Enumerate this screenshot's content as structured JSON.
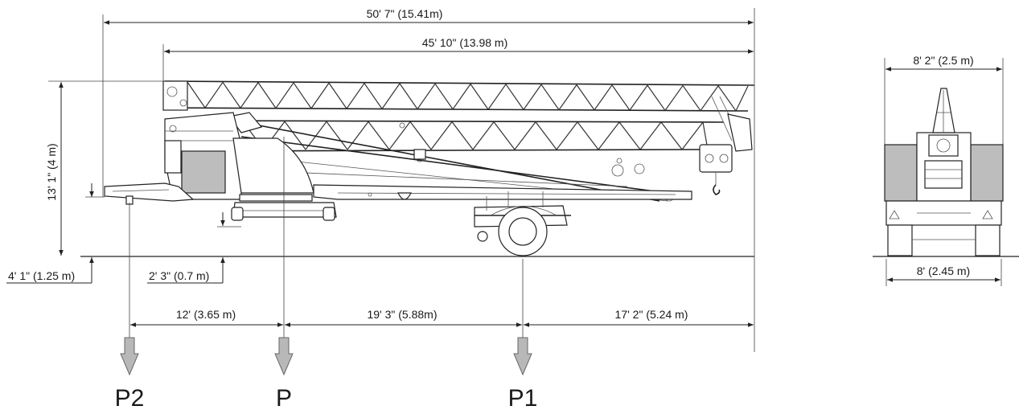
{
  "dimensions": {
    "overall_length": "50' 7\" (15.41m)",
    "jib_length": "45' 10\" (13.98 m)",
    "height": "13' 1\" (4 m)",
    "rear_outrigger_height": "4' 1\" (1.25 m)",
    "slewing_height": "2' 3\" (0.7 m)",
    "p2_to_p": "12' (3.65 m)",
    "p_to_p1": "19' 3\" (5.88m)",
    "p1_to_tip": "17' 2\" (5.24 m)",
    "top_width": "8' 2\" (2.5 m)",
    "base_width": "8' (2.45 m)"
  },
  "loads": {
    "p2": "P2",
    "p": "P",
    "p1": "P1"
  }
}
